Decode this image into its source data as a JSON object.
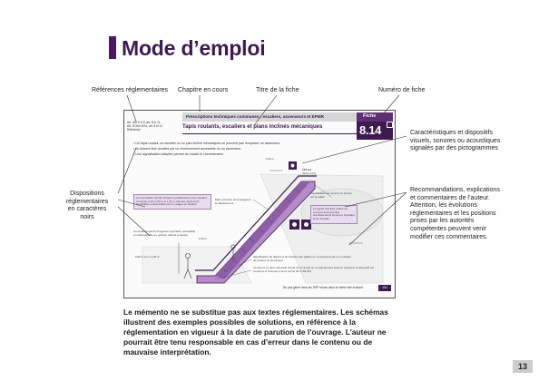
{
  "page_title": "Mode d’emploi",
  "callouts": {
    "references": "Références réglementaires",
    "chapitre": "Chapitre en cours",
    "titre_fiche": "Titre de la fiche",
    "numero_fiche": "Numéro de fiche",
    "dispositions": [
      "Dispositions",
      "réglementaires",
      "en caractères",
      "noirs"
    ],
    "caracteristiques": [
      "Caractéristiques et dispositifs",
      "visuels, sonores ou acoustiques",
      "signalés par des pictogrammes"
    ],
    "recommandations": [
      "Recommandations, explications",
      "et commentaires de l’auteur.",
      "Attention, les évolutions",
      "réglementaires et les positions",
      "prises par les autorités",
      "compétentes peuvent venir",
      "modifier ces commentaires."
    ]
  },
  "fiche": {
    "refs": [
      "Art. 3AT.U 5 5, art. 8 et 11",
      "Art. 20 fév 2011, art. 8 et 11",
      "Référence"
    ],
    "chapter": "Prescriptions techniques communes : escaliers, ascenseurs et EPMR",
    "fiche_label": "Fiche",
    "fiche_number": "8.14",
    "subtitle": "Tapis roulants, escaliers et plans inclinés mécaniques",
    "bullets": [
      "Un tapis roulant, un escalier ou un plan incliné mécaniques ne peuvent pas remplacer un ascenseur.",
      "Ils doivent être doublés par un cheminement accessible ou un ascenseur.",
      "Une signalisation adaptée permet de choisir le cheminement."
    ],
    "note_left": "La commande d’arrêt d’urgence positionnée à une hauteur comprise entre 0,90 m et 1,30 m doit être facilement identifiable et accessible par un usager en fauteuil",
    "note_commande": "Commande d’arrêt d’urgence repérable, accessible et manœuvrable en position debout et assise",
    "note_main": "Main courante accompagnant le déplacement",
    "note_right1": "Signalisation du sommet et arrivée sur le palier",
    "note_right2": "Le signal d’arrivée visible au sommet ainsi que des avertissements lumineux signalant la fin du tapis",
    "label_dim1": "0,20 m",
    "label_dim2": "0,30 m",
    "label_hauteur": "0,90 m ≤ h ≤ 1,30 m",
    "label_lux": "150 lux",
    "label_lux_note": "(fiche 9.03)",
    "bottom_note1": "Signalisation du départ et de l’arrivée des paliers en mouvement par un contraste de couleur ou de lumière",
    "bottom_note2": "Ce bas et en haut, dispositif d’arrêt de la rampe ou un équipement situé en extérieur, le dispositif est conforme à l’annexe 1 de la norme NF P 98-351",
    "footer_note": "Ne pas gêner dans les DRP relues dans le même site existant",
    "page_badge": "131"
  },
  "paragraph": "Le mémento ne se substitue pas aux textes réglementaires. Les schémas illustrent des exemples possibles de solutions, en référence à la réglementation en vigueur à la date de parution de l’ouvrage. L’auteur ne pourrait être tenu responsable en cas d’erreur dans le contenu ou de mauvaise interprétation.",
  "page_number": "13",
  "colors": {
    "accent": "#3d1a4f",
    "purple_light": "#b58cc9",
    "gray": "#cccccc"
  }
}
